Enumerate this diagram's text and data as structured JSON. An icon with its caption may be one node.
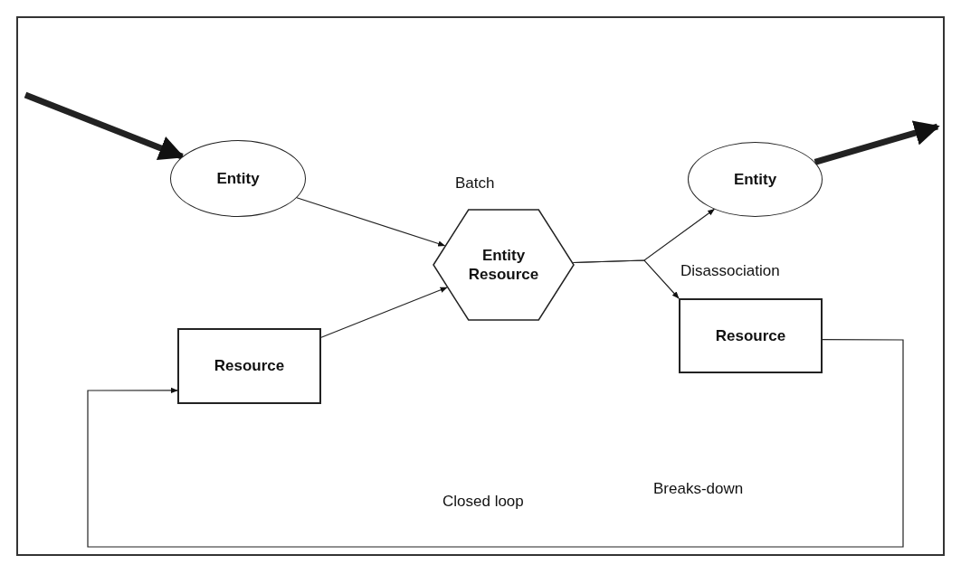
{
  "diagram": {
    "nodes": [
      {
        "text": [
          "Entity"
        ]
      },
      {
        "text": [
          "Resource"
        ]
      },
      {
        "text": [
          "Entity Resource"
        ],
        "beside": [
          "Batch"
        ]
      },
      {
        "text": [
          "Entity"
        ]
      },
      {
        "text": [
          "Resource"
        ]
      }
    ],
    "edges": [
      {
        "from": null,
        "to": 0,
        "arrow": "to",
        "style": "thick"
      },
      {
        "from": 0,
        "to": 2,
        "arrow": "to"
      },
      {
        "from": 1,
        "to": 2,
        "arrow": "to"
      },
      {
        "from": 2,
        "to": 3,
        "arrow": "to"
      },
      {
        "from": 2,
        "to": 4,
        "arrow": "to"
      },
      {
        "from": 3,
        "to": null,
        "arrow": "to",
        "style": "thick"
      },
      {
        "from": 4,
        "to": 1,
        "arrow": "to"
      }
    ],
    "labels": [
      "Disassociation",
      "Breaks-down",
      "Closed loop"
    ]
  }
}
